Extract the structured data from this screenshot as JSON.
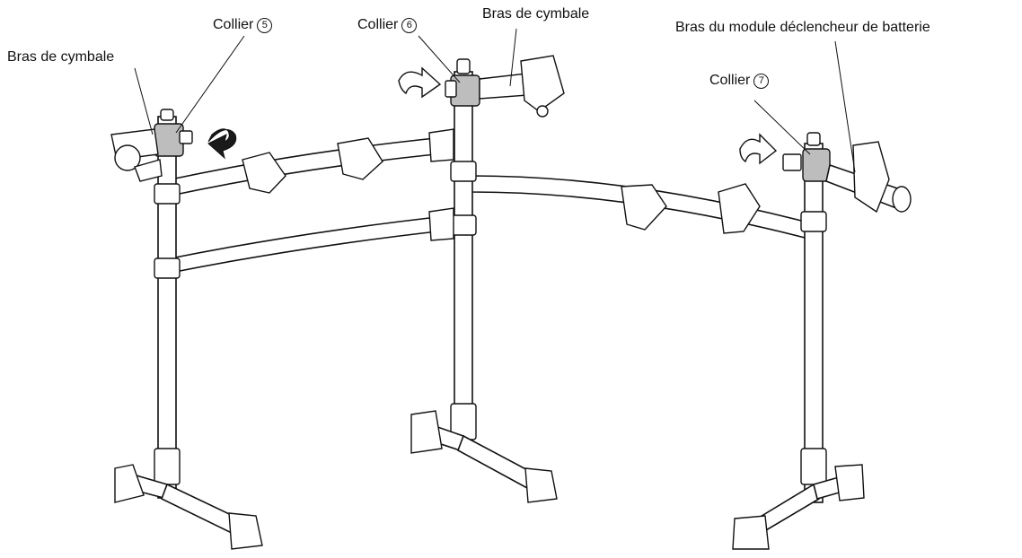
{
  "labels": {
    "cymbal_arm_left": "Bras de cymbale",
    "clamp_5": "Collier",
    "clamp_5_num": "5",
    "clamp_6": "Collier",
    "clamp_6_num": "6",
    "cymbal_arm_center": "Bras de cymbale",
    "clamp_7": "Collier",
    "clamp_7_num": "7",
    "trigger_module_arm": "Bras du module déclencheur de batterie"
  },
  "colors": {
    "line": "#111111",
    "clamp_highlight": "#bdbdbd",
    "arrow": "#1a1a1a"
  }
}
